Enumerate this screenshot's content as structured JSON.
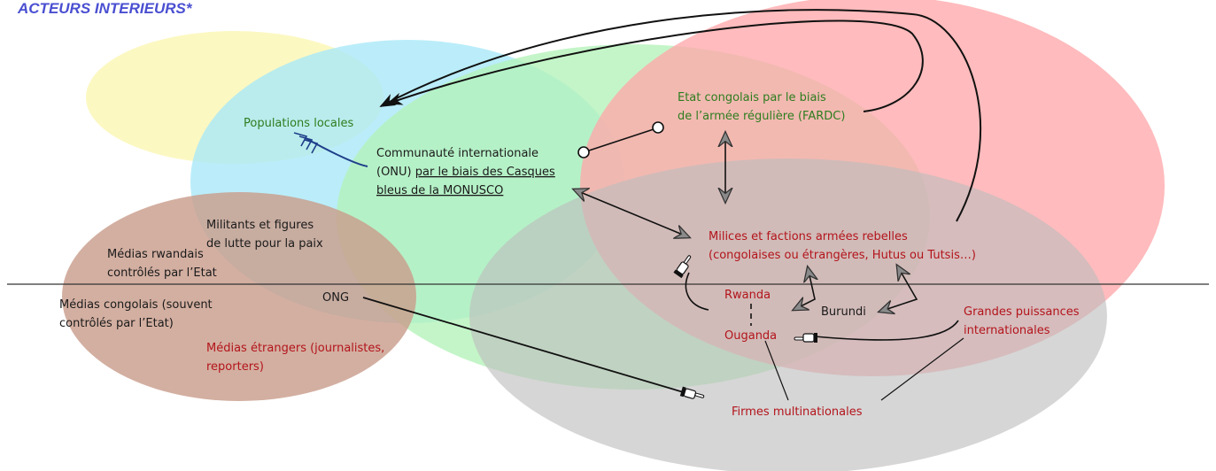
{
  "header": {
    "title": "ACTEURS INTERIEURS*"
  },
  "labels": {
    "populations_locales": "Populations locales",
    "communaute_line1": "Communauté internationale",
    "communaute_line2_plain": "(ONU) ",
    "communaute_line2_ul": "par le biais des Casques",
    "communaute_line3_ul": "bleus de la MONUSCO",
    "etat_line1": "Etat congolais par le biais",
    "etat_line2": "de l’armée régulière (FARDC)",
    "milices_line1": "Milices et factions armées rebelles",
    "milices_line2": "(congolaises ou étrangères, Hutus ou Tutsis…)",
    "militants_line1": "Militants et figures",
    "militants_line2": "de lutte pour la paix",
    "medias_rw_line1": "Médias rwandais",
    "medias_rw_line2": "contrôlés par l’Etat",
    "ong": "ONG",
    "medias_cg_line1": "Médias congolais (souvent",
    "medias_cg_line2": "contrôlés par l’Etat)",
    "medias_et_line1": "Médias étrangers (journalistes,",
    "medias_et_line2": "reporters)",
    "rwanda": "Rwanda",
    "ouganda": "Ouganda",
    "burundi": "Burundi",
    "grandes_line1": "Grandes puissances",
    "grandes_line2": "internationales",
    "firmes": "Firmes multinationales"
  },
  "colors": {
    "yellow": "#fbf7b7",
    "cyan": "#b7ecf8",
    "green": "#c3f5c5",
    "pink": "#ffb6b8",
    "gray": "#d4d4d4",
    "brown": "#ceab9a",
    "label_green": "#2e7d1f",
    "label_red": "#b3141b",
    "arrow_blue": "#1f3f8a",
    "arrow_gray": "#7a7a7a"
  }
}
